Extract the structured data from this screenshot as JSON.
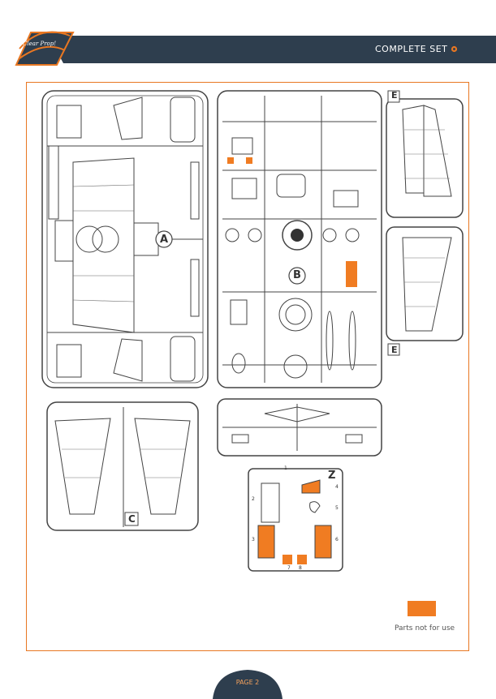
{
  "header": {
    "title": "COMPLETE SET",
    "logo_text": "Clear Prop!"
  },
  "sprues": {
    "a": "A",
    "b": "B",
    "c": "C",
    "e_top": "E",
    "e_bottom": "E",
    "z": "Z"
  },
  "z_numbers": [
    "1",
    "2",
    "3",
    "4",
    "5",
    "6",
    "7",
    "8"
  ],
  "legend": {
    "text": "Parts not for use",
    "color": "#f07c22"
  },
  "footer": {
    "page": "PAGE 2"
  },
  "colors": {
    "accent": "#e87722",
    "header_bg": "#2e3e4e",
    "highlight": "#f07c22"
  }
}
